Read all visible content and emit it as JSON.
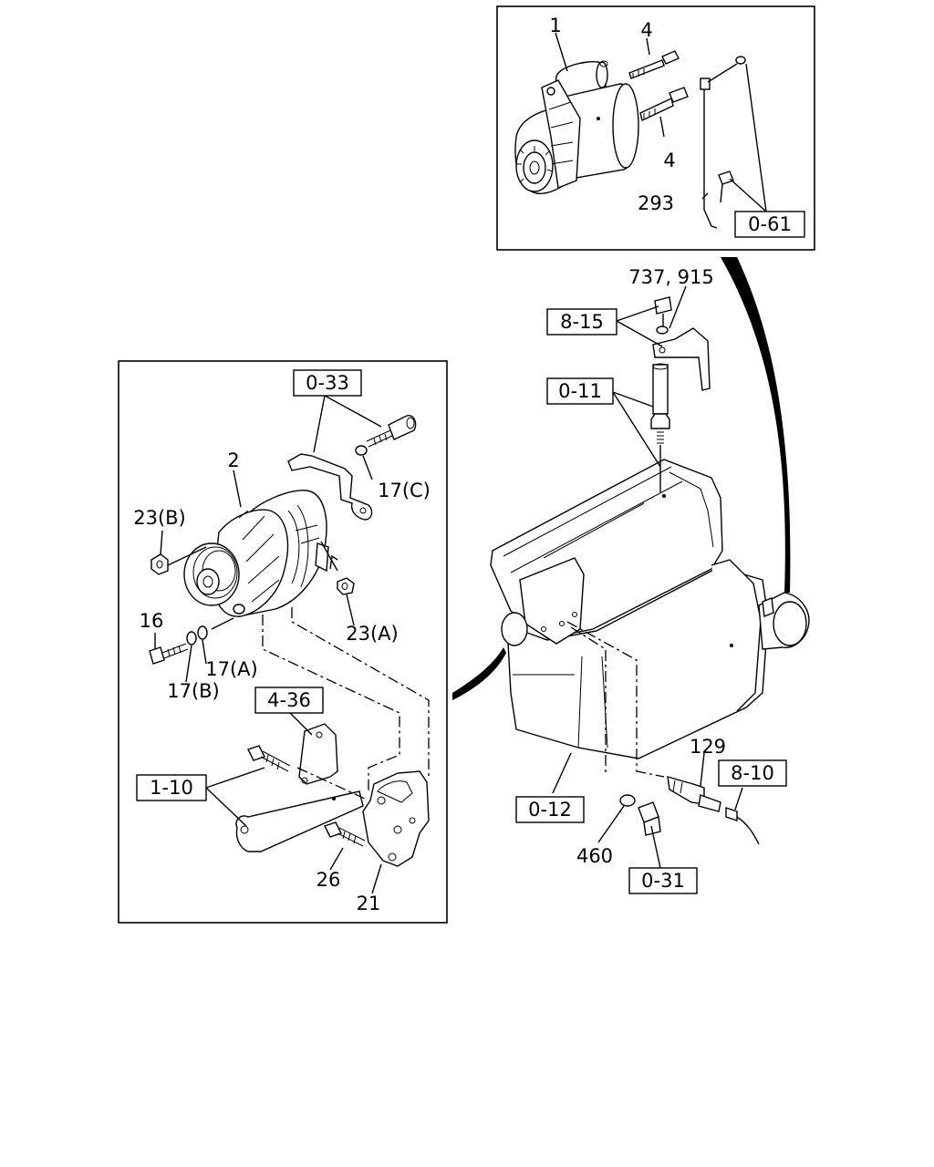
{
  "callouts": {
    "starter": "1",
    "bolt_upper": "4",
    "bolt_lower": "4",
    "harness_cable": "293",
    "bracket_bolt_washer": "737, 915",
    "alternator": "2",
    "nut_23b": "23(B)",
    "washer_17c": "17(C)",
    "nut_23a": "23(A)",
    "bolt_16": "16",
    "washer_17a": "17(A)",
    "washer_17b": "17(B)",
    "bolt_26": "26",
    "bracket_21": "21",
    "sensor_129": "129",
    "oring_460": "460"
  },
  "refs": {
    "r061": "0-61",
    "r815": "8-15",
    "r011": "0-11",
    "r033": "0-33",
    "r436": "4-36",
    "r110": "1-10",
    "r012": "0-12",
    "r810": "8-10",
    "r031": "0-31"
  }
}
